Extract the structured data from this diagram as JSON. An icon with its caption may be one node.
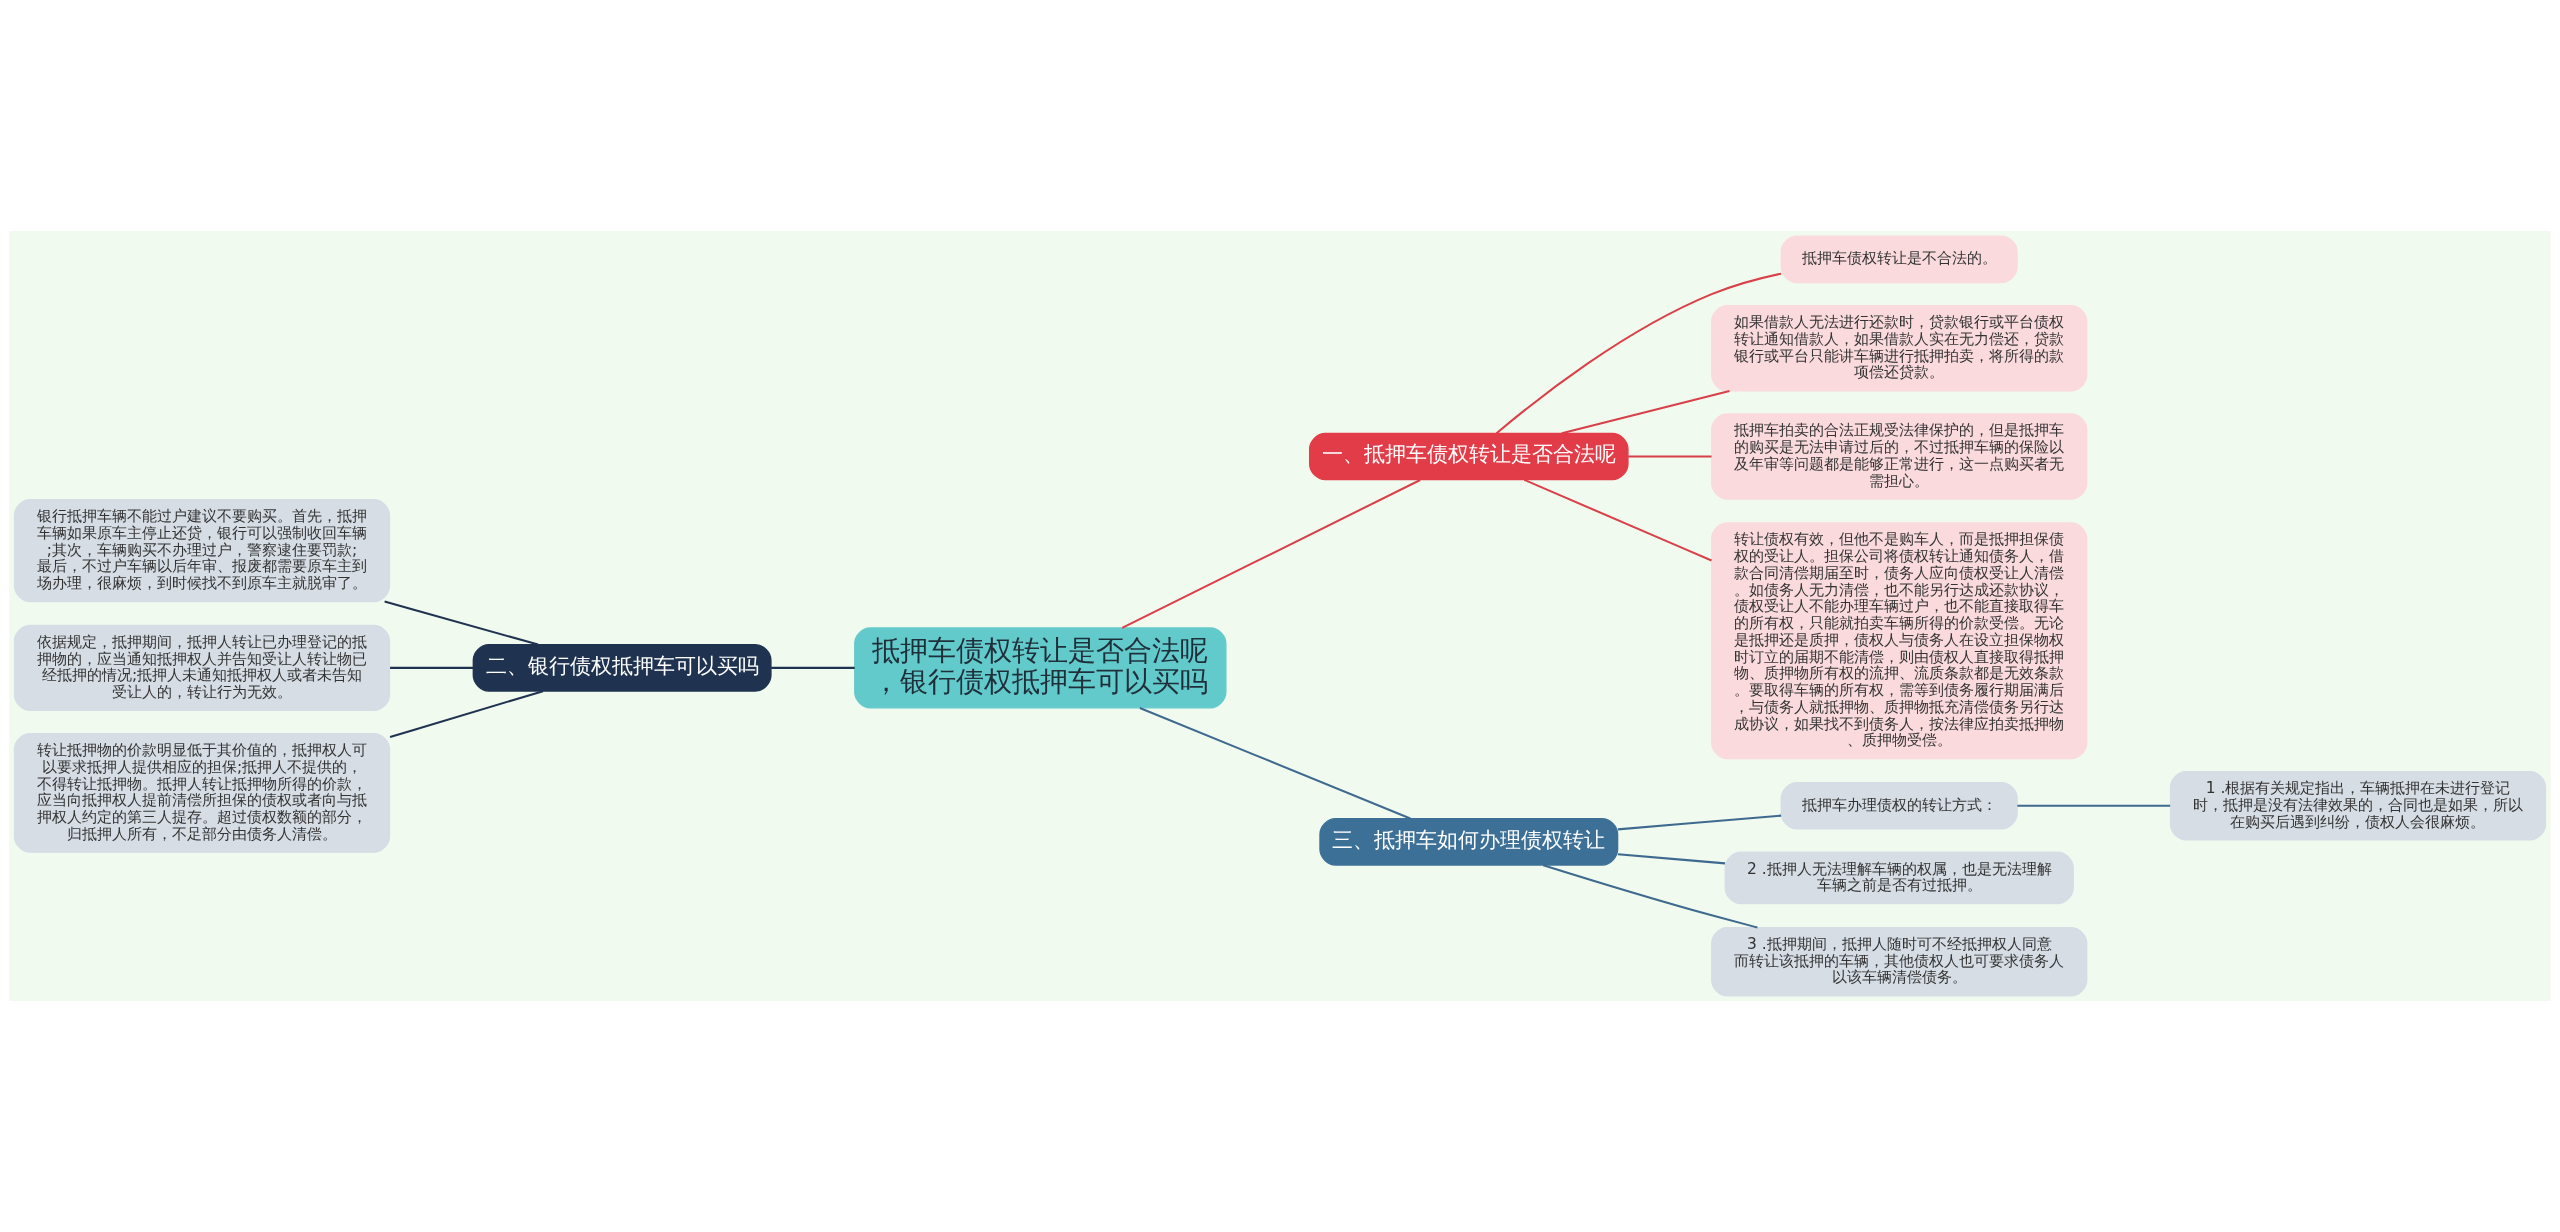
{
  "diagram": {
    "nodes": [
      {
        "text": [
          "抵押车债权转让是否合法呢，银行债权抵押车可以买吗"
        ]
      },
      {
        "text": [
          "一、抵押车债权转让是否合法呢"
        ]
      },
      {
        "text": [
          "抵押车债权转让是不合法的。"
        ]
      },
      {
        "text": [
          "如果借款人无法进行还款时，贷款银行或平台债权转让通知借款人，如果借款人实在无力偿还，贷款银行或平台只能讲车辆进行抵押拍卖，将所得的款项偿还贷款。"
        ]
      },
      {
        "text": [
          "抵押车拍卖的合法正规受法律保护的，但是抵押车的购买是无法申请过后的，不过抵押车辆的保险以及年审等问题都是能够正常进行，这一点购买者无需担心。"
        ]
      },
      {
        "text": [
          "转让债权有效，但他不是购车人，而是抵押担保债权的受让人。担保公司将债权转让通知债务人，借款合同清偿期届至时，债务人应向债权受让人清偿。如债务人无力清偿，也不能另行达成还款协议，债权受让人不能办理车辆过户，也不能直接取得车的所有权，只能就拍卖车辆所得的价款受偿。无论是抵押还是质押，债权人与债务人在设立担保物权时订立的届期不能清偿，则由债权人直接取得抵押物、质押物所有权的流押、流质条款都是无效条款。要取得车辆的所有权，需等到债务履行期届满后，与债务人就抵押物、质押物抵充清偿债务另行达成协议，如果找不到债务人，按法律应拍卖抵押物、质押物受偿。"
        ]
      },
      {
        "text": [
          "二、银行债权抵押车可以买吗"
        ]
      },
      {
        "text": [
          "银行抵押车辆不能过户建议不要购买。首先，抵押车辆如果原车主停止还贷，银行可以强制收回车辆;其次，车辆购买不办理过户，警察逮住要罚款;最后，不过户车辆以后年审、报废都需要原车主到场办理，很麻烦，到时候找不到原车主就脱审了。"
        ]
      },
      {
        "text": [
          "依据规定，抵押期间，抵押人转让已办理登记的抵押物的，应当通知抵押权人并告知受让人转让物已经抵押的情况;抵押人未通知抵押权人或者未告知受让人的，转让行为无效。"
        ]
      },
      {
        "text": [
          "转让抵押物的价款明显低于其价值的，抵押权人可以要求抵押人提供相应的担保;抵押人不提供的，不得转让抵押物。抵押人转让抵押物所得的价款，应当向抵押权人提前清偿所担保的债权或者向与抵押权人约定的第三人提存。超过债权数额的部分，归抵押人所有，不足部分由债务人清偿。"
        ]
      },
      {
        "text": [
          "三、抵押车如何办理债权转让"
        ]
      },
      {
        "text": [
          "抵押车办理债权的转让方式："
        ]
      },
      {
        "text": [
          "1 .根据有关规定指出，车辆抵押在未进行登记时，抵押是没有法律效果的，合同也是如果，所以在购买后遇到纠纷，债权人会很麻烦。"
        ]
      },
      {
        "text": [
          "2 .抵押人无法理解车辆的权属，也是无法理解车辆之前是否有过抵押。"
        ]
      },
      {
        "text": [
          "3 .抵押期间，抵押人随时可不经抵押权人同意而转让该抵押的车辆，其他债权人也可要求债务人以该车辆清偿债务。"
        ]
      }
    ],
    "edges": [
      {
        "from": 0,
        "to": 1,
        "arrow": "none",
        "color": "#d9404a"
      },
      {
        "from": 1,
        "to": 2,
        "arrow": "none",
        "color": "#d9404a"
      },
      {
        "from": 1,
        "to": 3,
        "arrow": "none",
        "color": "#d9404a"
      },
      {
        "from": 1,
        "to": 4,
        "arrow": "none",
        "color": "#d9404a"
      },
      {
        "from": 1,
        "to": 5,
        "arrow": "none",
        "color": "#d9404a"
      },
      {
        "from": 0,
        "to": 6,
        "arrow": "none",
        "color": "#1f3350"
      },
      {
        "from": 6,
        "to": 7,
        "arrow": "none",
        "color": "#1f3350"
      },
      {
        "from": 6,
        "to": 8,
        "arrow": "none",
        "color": "#1f3350"
      },
      {
        "from": 6,
        "to": 9,
        "arrow": "none",
        "color": "#1f3350"
      },
      {
        "from": 0,
        "to": 10,
        "arrow": "none",
        "color": "#3d6a8e"
      },
      {
        "from": 10,
        "to": 11,
        "arrow": "none",
        "color": "#3d6a8e"
      },
      {
        "from": 11,
        "to": 12,
        "arrow": "none",
        "color": "#3d6a8e"
      },
      {
        "from": 10,
        "to": 13,
        "arrow": "none",
        "color": "#3d6a8e"
      },
      {
        "from": 10,
        "to": 14,
        "arrow": "none",
        "color": "#3d6a8e"
      }
    ]
  }
}
